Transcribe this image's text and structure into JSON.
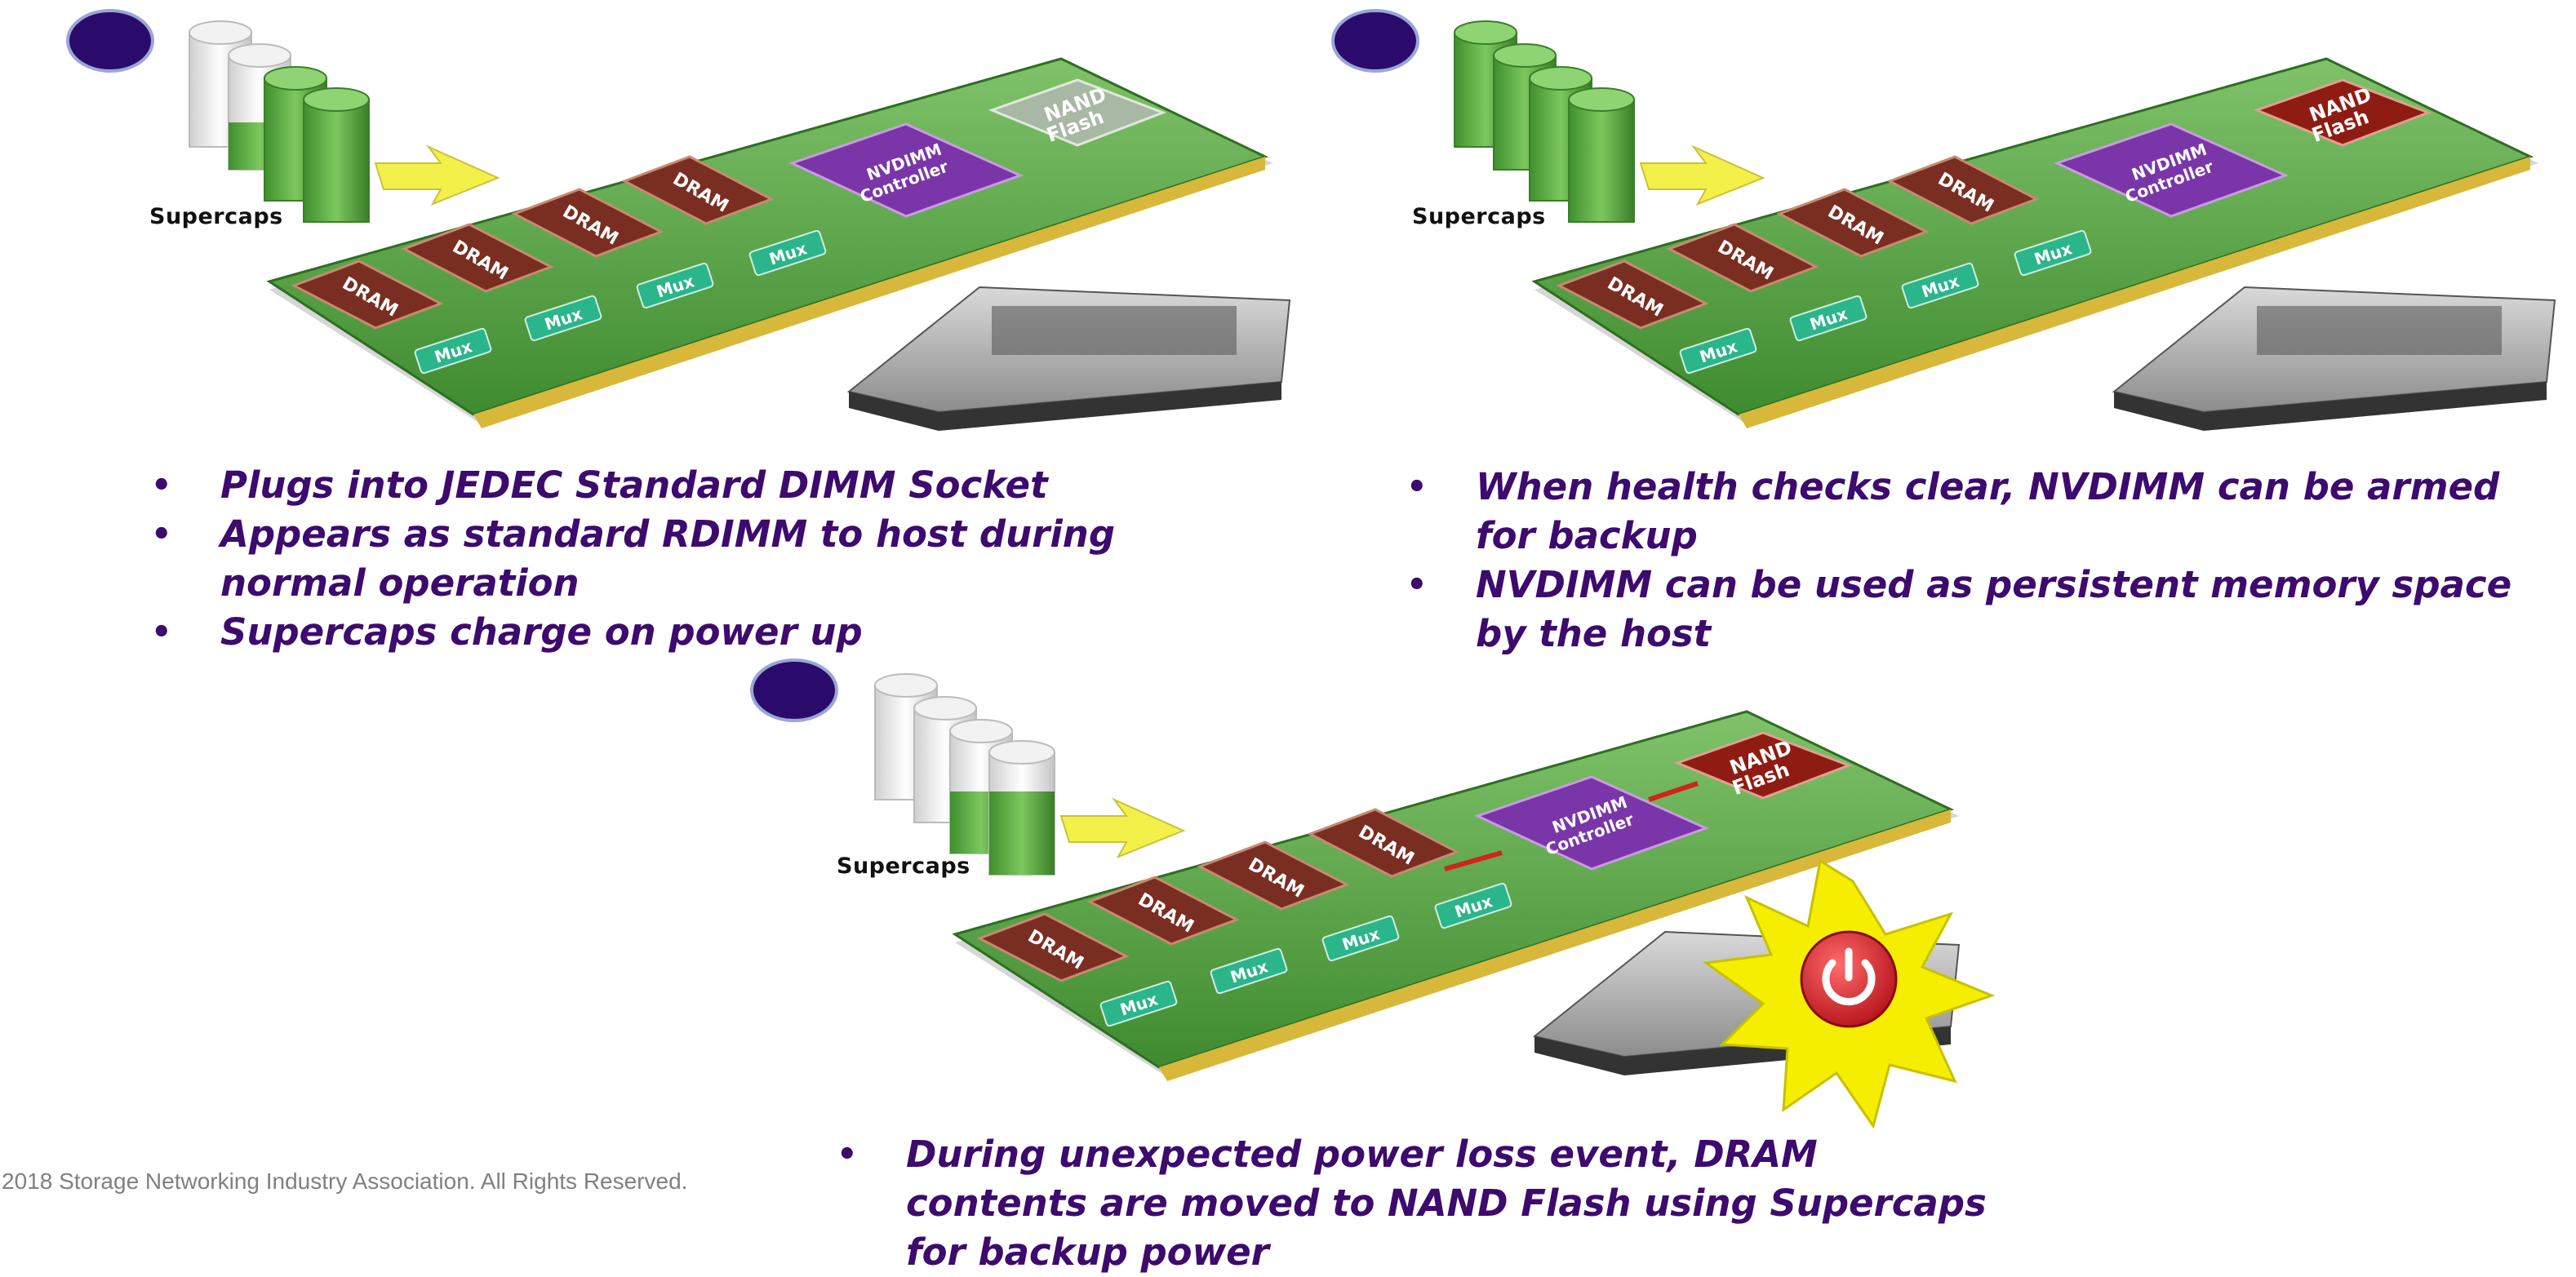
{
  "panels": [
    {
      "supercaps_label": "Supercaps",
      "chip_labels": {
        "dram": "DRAM",
        "mux": "Mux",
        "controller_line1": "NVDIMM",
        "controller_line2": "Controller",
        "nand_line1": "NAND",
        "nand_line2": "Flash"
      },
      "nand_state": "inactive",
      "bullets": [
        "Plugs into JEDEC Standard DIMM Socket",
        "Appears as standard RDIMM to host during normal operation",
        "Supercaps charge on power up"
      ]
    },
    {
      "supercaps_label": "Supercaps",
      "chip_labels": {
        "dram": "DRAM",
        "mux": "Mux",
        "controller_line1": "NVDIMM",
        "controller_line2": "Controller",
        "nand_line1": "NAND",
        "nand_line2": "Flash"
      },
      "nand_state": "armed",
      "bullets": [
        "When health checks clear, NVDIMM can be armed for backup",
        "NVDIMM can be used as persistent memory space by the host"
      ]
    },
    {
      "supercaps_label": "Supercaps",
      "chip_labels": {
        "dram": "DRAM",
        "mux": "Mux",
        "controller_line1": "NVDIMM",
        "controller_line2": "Controller",
        "nand_line1": "NAND",
        "nand_line2": "Flash"
      },
      "nand_state": "backup",
      "bullets": [
        "During unexpected power loss event, DRAM contents are moved to NAND Flash using Supercaps for backup power"
      ]
    }
  ],
  "copyright": "2018 Storage Networking Industry Association. All Rights Reserved.",
  "colors": {
    "board_green": "#4d9a3a",
    "dram": "#7a2e22",
    "mux": "#2bb58a",
    "controller": "#7a36a8",
    "nand_active": "#8f1c12",
    "nand_inactive": "#a8b8a4",
    "bullet_text": "#3d0a6e",
    "badge": "#2a0b6b",
    "burst": "#f5ee00",
    "power_button": "#d11c22"
  }
}
